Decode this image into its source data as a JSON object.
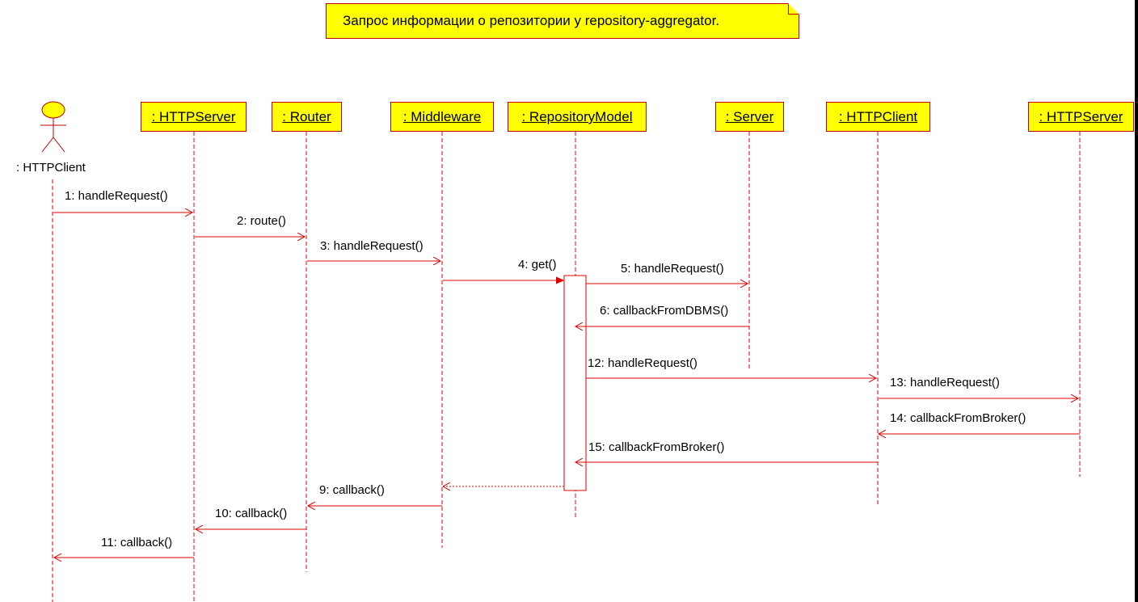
{
  "note": {
    "text": "Запрос информации о репозитории у repository-aggregator."
  },
  "actor": {
    "label": ": HTTPClient"
  },
  "objects": [
    {
      "label": ": HTTPServer"
    },
    {
      "label": ": Router"
    },
    {
      "label": ": Middleware"
    },
    {
      "label": ": RepositoryModel"
    },
    {
      "label": ": Server"
    },
    {
      "label": ": HTTPClient"
    },
    {
      "label": ": HTTPServer"
    }
  ],
  "messages": [
    {
      "label": "1: handleRequest()"
    },
    {
      "label": "2: route()"
    },
    {
      "label": "3: handleRequest()"
    },
    {
      "label": "4: get()"
    },
    {
      "label": "5: handleRequest()"
    },
    {
      "label": "6: callbackFromDBMS()"
    },
    {
      "label": "12: handleRequest()"
    },
    {
      "label": "13: handleRequest()"
    },
    {
      "label": "14: callbackFromBroker()"
    },
    {
      "label": "15: callbackFromBroker()"
    },
    {
      "label": "9: callback()"
    },
    {
      "label": "10: callback()"
    },
    {
      "label": "11: callback()"
    }
  ],
  "colors": {
    "line": "#e00000",
    "box_fill": "#ffff00",
    "box_border": "#c00000"
  }
}
